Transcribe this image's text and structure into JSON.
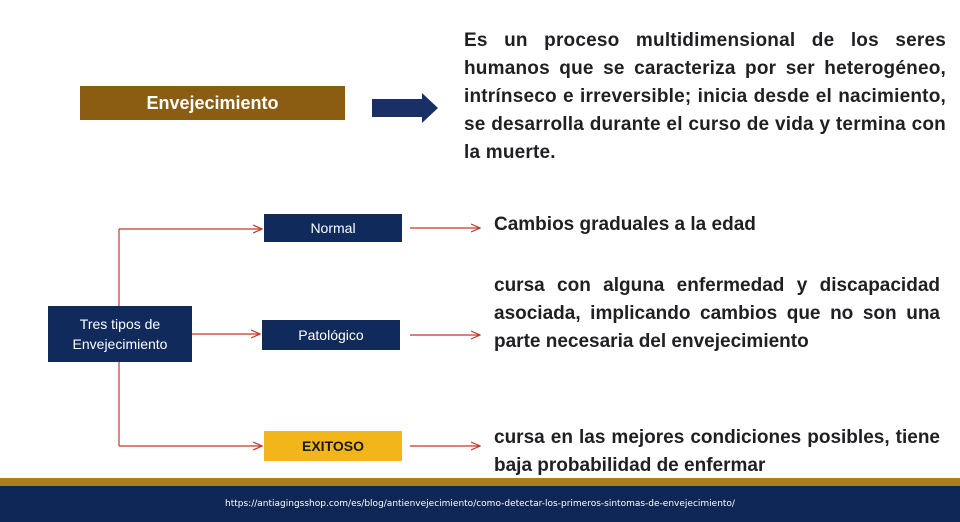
{
  "main_concept": {
    "label": "Envejecimiento",
    "definition": "Es un proceso multidimensional de los seres humanos que se caracteriza por ser heterogéneo, intrínseco e irreversible; inicia desde el nacimiento, se desarrolla durante el curso de vida y termina con la muerte."
  },
  "types": {
    "root_label": "Tres tipos de Envejecimiento",
    "items": [
      {
        "label": "Normal",
        "description": "Cambios graduales a la edad"
      },
      {
        "label": "Patológico",
        "description": "cursa con alguna enfermedad y discapacidad asociada, implicando cambios que no son una parte necesaria del envejecimiento"
      },
      {
        "label": "EXITOSO",
        "description": "cursa en las mejores condiciones posibles, tiene baja probabilidad de enfermar"
      }
    ]
  },
  "footer": {
    "source_url": "https://antiagingsshop.com/es/blog/antienvejecimiento/como-detectar-los-primeros-sintomas-de-envejecimiento/"
  },
  "colors": {
    "gold": "#8a5d12",
    "navy": "#102a5c",
    "yellow": "#f2b61a",
    "connector_red": "#c0392b"
  }
}
